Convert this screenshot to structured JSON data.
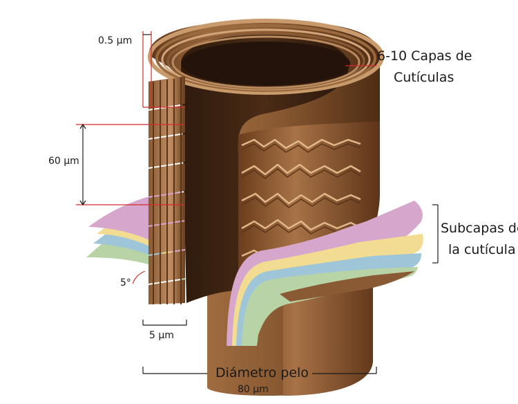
{
  "labels": {
    "cuticle_thickness": "0.5 µm",
    "scale_spacing": "60 µm",
    "cuticle_layers_line1": "6-10 Capas de",
    "cuticle_layers_line2": "Cutículas",
    "sublayers_line1": "Subcapas de",
    "sublayers_line2": "la cutícula",
    "angle": "5°",
    "scale_width": "5 µm",
    "diameter_label": "Diámetro pelo",
    "diameter_value": "80 µm"
  },
  "colors": {
    "hair_dark": "#4a2a14",
    "hair_mid": "#8b5a34",
    "hair_light": "#c4956a",
    "sublayer_pink": "#d6a6cc",
    "sublayer_yellow": "#f1dc92",
    "sublayer_blue": "#9ec6d8",
    "sublayer_green": "#b8d4a6",
    "dimension_red": "#d42a2a"
  }
}
